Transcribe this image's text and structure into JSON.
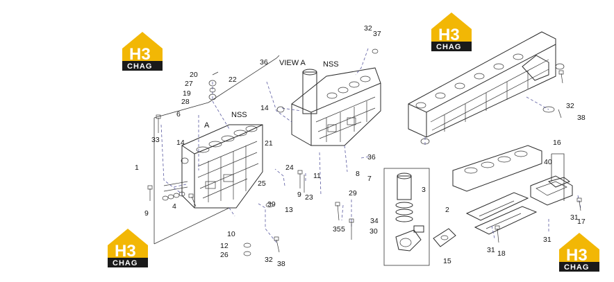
{
  "labels": {
    "view_a": "VIEW  A",
    "nss_top": "NSS",
    "nss_mid": "NSS",
    "a_marker": "A"
  },
  "brand": {
    "logo_text": "H3",
    "logo_sub": "CHAG",
    "color_yellow": "#f2b705",
    "color_dark": "#1a1a1a"
  },
  "callouts": {
    "p1": "1",
    "p2": "2",
    "p3": "3",
    "p4": "4",
    "p5": "5",
    "p6": "6",
    "p7": "7",
    "p8": "8",
    "p9a": "9",
    "p9b": "9",
    "p10": "10",
    "p11": "11",
    "p12": "12",
    "p13": "13",
    "p14a": "14",
    "p14b": "14",
    "p15": "15",
    "p16": "16",
    "p17": "17",
    "p18": "18",
    "p19": "19",
    "p20": "20",
    "p21": "21",
    "p22": "22",
    "p23": "23",
    "p24": "24",
    "p25": "25",
    "p26": "26",
    "p27": "27",
    "p28": "28",
    "p29": "29",
    "p30": "30",
    "p31a": "31",
    "p31b": "31",
    "p31c": "31",
    "p32a": "32",
    "p32b": "32",
    "p32c": "32",
    "p33": "33",
    "p34": "34",
    "p35": "35",
    "p36a": "36",
    "p36b": "36",
    "p37": "37",
    "p38a": "38",
    "p38b": "38",
    "p39": "39",
    "p40": "40"
  }
}
